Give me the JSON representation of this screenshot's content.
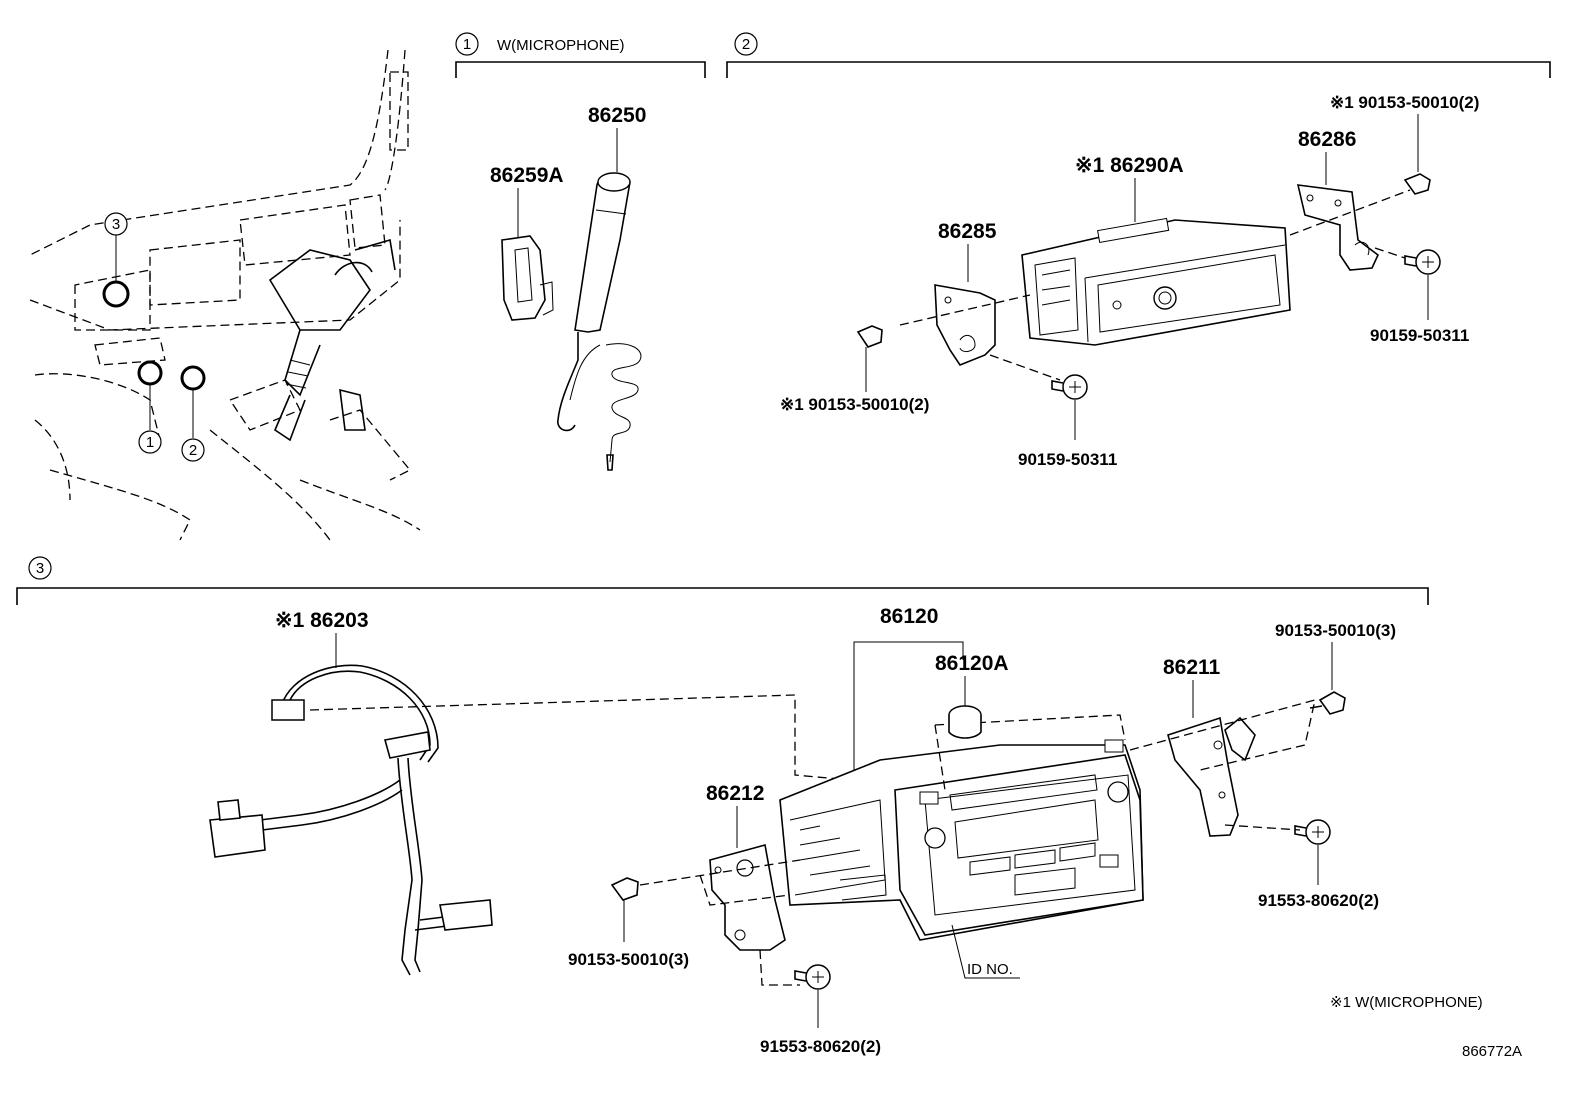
{
  "sections": {
    "s1": {
      "num": "1",
      "title": "W(MICROPHONE)"
    },
    "s2": {
      "num": "2"
    },
    "s3": {
      "num": "3"
    }
  },
  "overview": {
    "markers": [
      "1",
      "2",
      "3"
    ]
  },
  "parts": {
    "microphone": "86250",
    "mic_holder": "86259A",
    "cb_unit": "※1 86290A",
    "bracket_left": "86285",
    "bracket_right": "86286",
    "screw_top_right": "※1 90153-50010(2)",
    "screw_left_s2": "※1 90153-50010(2)",
    "bolt_right_s2": "90159-50311",
    "bolt_bottom_s2": "90159-50311",
    "wire_harness": "※1 86203",
    "radio_assy": "86120",
    "knob": "86120A",
    "bracket_r3": "86211",
    "bracket_l3": "86212",
    "screw_top_s3": "90153-50010(3)",
    "screw_left_s3": "90153-50010(3)",
    "bolt_right_s3": "91553-80620(2)",
    "bolt_bottom_s3": "91553-80620(2)",
    "id_no": "ID NO."
  },
  "footnote": "※1 W(MICROPHONE)",
  "diagram_id": "866772A"
}
